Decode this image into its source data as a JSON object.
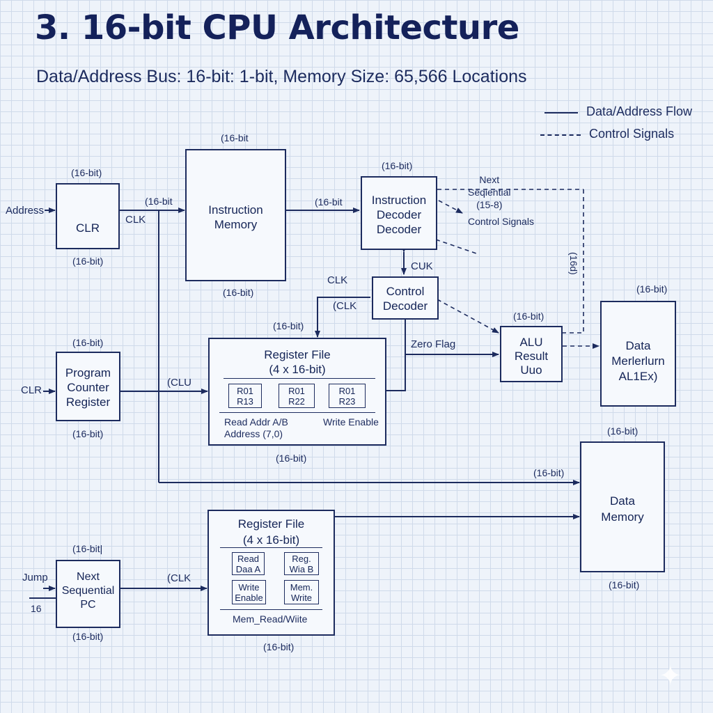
{
  "title": "3. 16-bit CPU Architecture",
  "subtitle": "Data/Address Bus: 16-bit: 1-bit, Memory Size: 65,566 Locations",
  "legend": {
    "data_flow": "Data/Address Flow",
    "control": "Control Signals"
  },
  "blocks": {
    "clr": "CLR",
    "instr_mem": "Instruction\nMemory",
    "instr_dec": "Instruction\nDecoder\nDecoder",
    "control_dec": "Control\nDecoder",
    "pc_reg": "Program\nCounter\nRegister",
    "reg_file": {
      "title": "Register File\n(4 x 16-bit)",
      "regs": [
        "R01\nR13",
        "R01\nR22",
        "R01\nR23"
      ],
      "read_addr": "Read Addr A/B\nAddress (7,0)",
      "write_enable": "Write Enable"
    },
    "alu": "ALU\nResult\nUuo",
    "data_mer": "Data\nMerlerlurn\nAL1Ex)",
    "data_mem": "Data\nMemory",
    "reg_file2": {
      "title": "Register File\n(4 x 16-bit)",
      "cells": [
        "Read\nDaa A",
        "Reg.\nWia B",
        "Write\nEnable",
        "Mem.\nWrite"
      ],
      "footer": "Mem_Read/Wiite"
    },
    "next_pc": "Next\nSequential\nPC"
  },
  "labels": {
    "bit16": "(16-bit)",
    "bit16_open": "(16-bit",
    "bit16_cap": "(16-bit|",
    "bit16_vertical": "(16d)",
    "address": "Address",
    "clk": "CLK",
    "clk_paren": "(CLK",
    "cluk": "CUK",
    "clu": "(CLU",
    "clr_in": "CLR",
    "zero_flag": "Zero Flag",
    "next_seq": "Next\nSeqiential\n(15-8)",
    "control_signals": "Control Signals",
    "jump": "Jump",
    "in16": "16"
  }
}
